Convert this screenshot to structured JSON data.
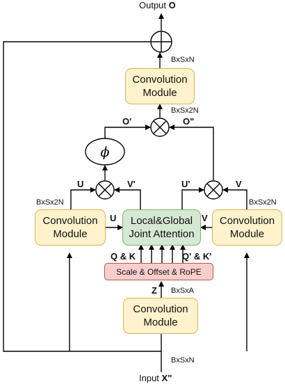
{
  "title": {
    "prefix": "Output",
    "symbol": "O"
  },
  "input": {
    "prefix": "Input",
    "symbol": "X\""
  },
  "modules": {
    "top": "Convolution\nModule",
    "left": "Convolution\nModule",
    "right": "Convolution\nModule",
    "bottom": "Convolution\nModule",
    "attention": "Local&Global\nJoint Attention",
    "scale": "Scale & Offset & RoPE"
  },
  "phi": "ϕ",
  "dims": {
    "top_out": "BxSxN",
    "top_in": "BxSx2N",
    "left": "BxSx2N",
    "right": "BxSx2N",
    "bottom_out": "BxSxA",
    "input": "BxSxN"
  },
  "symbols": {
    "o_prime": "O'",
    "o_double": "O\"",
    "u_left_top": "U",
    "v_prime": "V'",
    "u_prime": "U'",
    "v_right_top": "V",
    "u_attn": "U",
    "v_attn": "V",
    "qk": "Q & K",
    "qk_prime": "Q' & K'",
    "z": "Z"
  }
}
